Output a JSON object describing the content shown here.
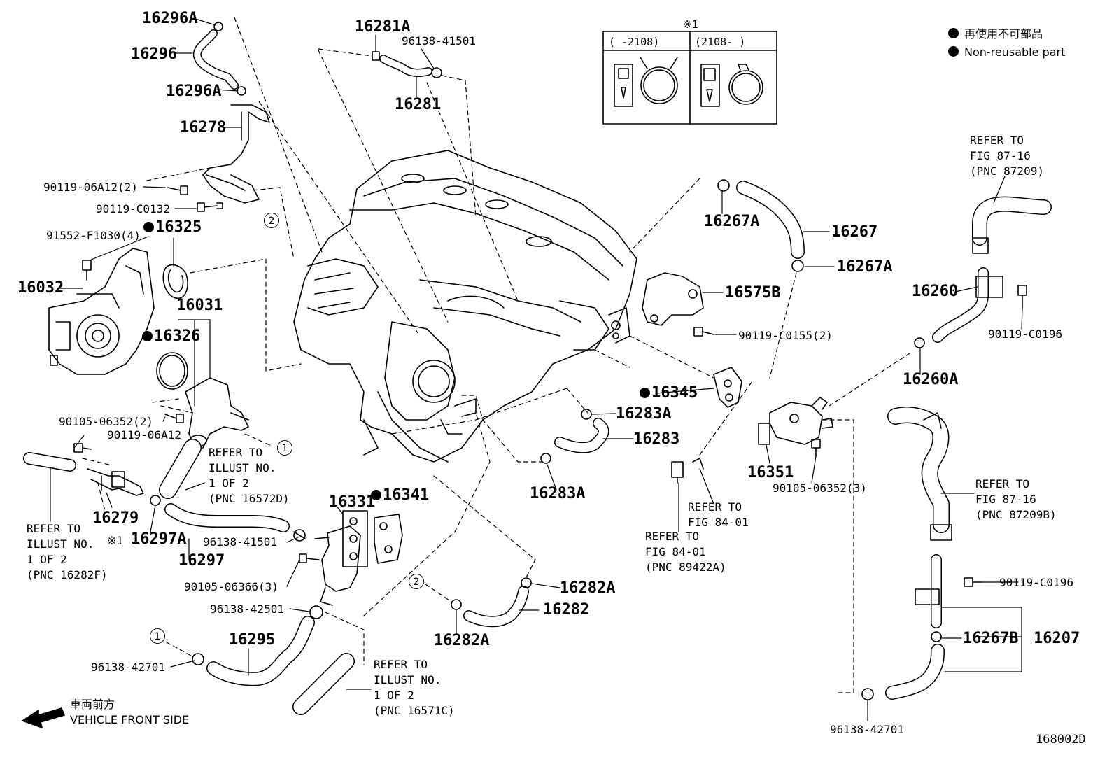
{
  "diagram_id": "168002D",
  "legend": {
    "jp": "再使用不可部品",
    "en": "Non-reusable part"
  },
  "front_label": {
    "jp": "車両前方",
    "en": "VEHICLE FRONT SIDE"
  },
  "inset": {
    "mark": "※1",
    "col1": "(      -2108)",
    "col2": "(2108-      )"
  },
  "circle_refs": {
    "one": "1",
    "two": "2"
  },
  "parts": {
    "p16296A_top": "16296A",
    "p16296": "16296",
    "p16296A_bot": "16296A",
    "p16278": "16278",
    "p90119_06A12_2": "90119-06A12(2)",
    "p90119_C0132": "90119-C0132",
    "p16325": "16325",
    "p91552": "91552-F1030(4)",
    "p16032": "16032",
    "p16031": "16031",
    "p16326": "16326",
    "p90105_06352_2": "90105-06352(2)",
    "p90119_06A12": "90119-06A12",
    "p16279": "16279",
    "mark1": "※1",
    "p16297A": "16297A",
    "p96138_41501_a": "96138-41501",
    "p16297": "16297",
    "p16331": "16331",
    "p16341": "16341",
    "p90105_06366": "90105-06366(3)",
    "p96138_42501": "96138-42501",
    "p16295": "16295",
    "p96138_42701_a": "96138-42701",
    "p16281A": "16281A",
    "p96138_41501_b": "96138-41501",
    "p16281": "16281",
    "p16267A_a": "16267A",
    "p16267": "16267",
    "p16267A_b": "16267A",
    "p16575B": "16575B",
    "p90119_C0155": "90119-C0155(2)",
    "p16345": "16345",
    "p16283A_a": "16283A",
    "p16283": "16283",
    "p16283A_b": "16283A",
    "p16351": "16351",
    "p90105_06352_3": "90105-06352(3)",
    "p16282A_a": "16282A",
    "p16282": "16282",
    "p16282A_b": "16282A",
    "p16260": "16260",
    "p90119_C0196_a": "90119-C0196",
    "p16260A": "16260A",
    "p90119_C0196_b": "90119-C0196",
    "p16267B": "16267B",
    "p16207": "16207",
    "p96138_42701_b": "96138-42701"
  },
  "notes": {
    "illust_16572D": [
      "REFER TO",
      "ILLUST NO.",
      "1 OF 2",
      "(PNC 16572D)"
    ],
    "illust_16282F": [
      "REFER TO",
      "ILLUST NO.",
      "1 OF 2",
      "(PNC 16282F)"
    ],
    "illust_16571C": [
      "REFER TO",
      "ILLUST NO.",
      "1 OF 2",
      "(PNC 16571C)"
    ],
    "fig_87_16_a": [
      "REFER TO",
      "FIG 87-16",
      "(PNC 87209)"
    ],
    "fig_87_16_b": [
      "REFER TO",
      "FIG 87-16",
      "(PNC 87209B)"
    ],
    "fig_84_01_a": [
      "REFER TO",
      "FIG 84-01"
    ],
    "fig_84_01_b": [
      "REFER TO",
      "FIG 84-01",
      "(PNC 89422A)"
    ]
  }
}
